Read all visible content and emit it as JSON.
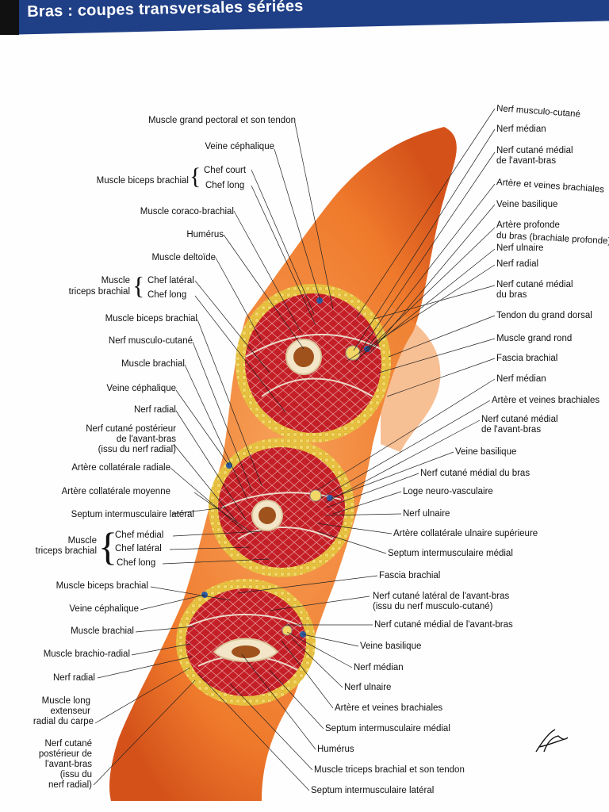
{
  "title": "Bras : coupes transversales sériées",
  "signature": "F. Netter",
  "labels_left_upper": {
    "grand_pectoral": "Muscle grand pectoral et son tendon",
    "veine_cephalique": "Veine céphalique",
    "biceps_group": "Muscle biceps brachial",
    "chef_court": "Chef court",
    "chef_long": "Chef long",
    "coraco": "Muscle coraco-brachial",
    "humerus": "Humérus",
    "deltoide": "Muscle deltoïde",
    "triceps_group_a": "Muscle",
    "triceps_group_b": "triceps brachial",
    "chef_lateral": "Chef latéral",
    "chef_long2": "Chef long"
  },
  "labels_left_middle": {
    "biceps": "Muscle biceps brachial",
    "musculo": "Nerf musculo-cutané",
    "brachial": "Muscle brachial",
    "cephalique": "Veine céphalique",
    "radial": "Nerf radial",
    "cutane_post_1": "Nerf cutané postérieur",
    "cutane_post_2": "de l'avant-bras",
    "cutane_post_3": "(issu du nerf radial)",
    "coll_radiale": "Artère collatérale radiale",
    "coll_moyenne": "Artère collatérale moyenne",
    "septum_lat": "Septum intermusculaire latéral",
    "triceps_a": "Muscle",
    "triceps_b": "triceps brachial",
    "chef_medial": "Chef médial",
    "chef_lateral": "Chef latéral",
    "chef_long": "Chef long"
  },
  "labels_left_lower": {
    "biceps": "Muscle biceps brachial",
    "cephalique": "Veine céphalique",
    "brachial": "Muscle brachial",
    "brachio_radial": "Muscle brachio-radial",
    "radial": "Nerf radial",
    "long_ext_1": "Muscle long",
    "long_ext_2": "extenseur",
    "long_ext_3": "radial du carpe",
    "cut_post_1": "Nerf cutané",
    "cut_post_2": "postérieur de",
    "cut_post_3": "l'avant-bras",
    "cut_post_4": "(issu du",
    "cut_post_5": "nerf radial)"
  },
  "labels_right_upper": {
    "musculo": "Nerf musculo-cutané",
    "median": "Nerf médian",
    "cut_medial_1": "Nerf cutané médial",
    "cut_medial_2": "de l'avant-bras",
    "artere_veines": "Artère et veines brachiales",
    "basilique": "Veine basilique",
    "profonde_1": "Artère profonde",
    "profonde_2": "du bras (brachiale profonde)",
    "ulnaire": "Nerf ulnaire",
    "radial": "Nerf radial",
    "cut_medial_bras_1": "Nerf cutané médial",
    "cut_medial_bras_2": "du bras",
    "grand_dorsal": "Tendon du grand dorsal",
    "grand_rond": "Muscle grand rond",
    "fascia": "Fascia brachial"
  },
  "labels_right_middle": {
    "median": "Nerf médian",
    "artere_veines": "Artère et veines brachiales",
    "cut_medial_1": "Nerf cutané médial",
    "cut_medial_2": "de l'avant-bras",
    "basilique": "Veine basilique",
    "cut_medial_bras": "Nerf cutané médial du bras",
    "loge": "Loge neuro-vasculaire",
    "ulnaire": "Nerf ulnaire",
    "coll_ulnaire": "Artère collatérale ulnaire supérieure",
    "septum_med": "Septum intermusculaire médial"
  },
  "labels_right_lower": {
    "fascia": "Fascia brachial",
    "cut_lat_1": "Nerf cutané latéral de l'avant-bras",
    "cut_lat_2": "(issu du nerf musculo-cutané)",
    "cut_med": "Nerf cutané médial de l'avant-bras",
    "basilique": "Veine basilique",
    "median": "Nerf médian",
    "ulnaire": "Nerf ulnaire",
    "artere_veines": "Artère et veines brachiales",
    "septum_med": "Septum intermusculaire médial",
    "humerus": "Humérus",
    "triceps": "Muscle triceps brachial et son tendon",
    "septum_lat": "Septum intermusculaire latéral"
  },
  "colors": {
    "header": "#1f3f86",
    "skin": "#f07a2a",
    "skin_dark": "#d9561a",
    "fat": "#e9c24a",
    "muscle": "#c8202a",
    "bone": "#f3e6c8",
    "marrow": "#a0521c",
    "vein": "#2c5aa0"
  }
}
